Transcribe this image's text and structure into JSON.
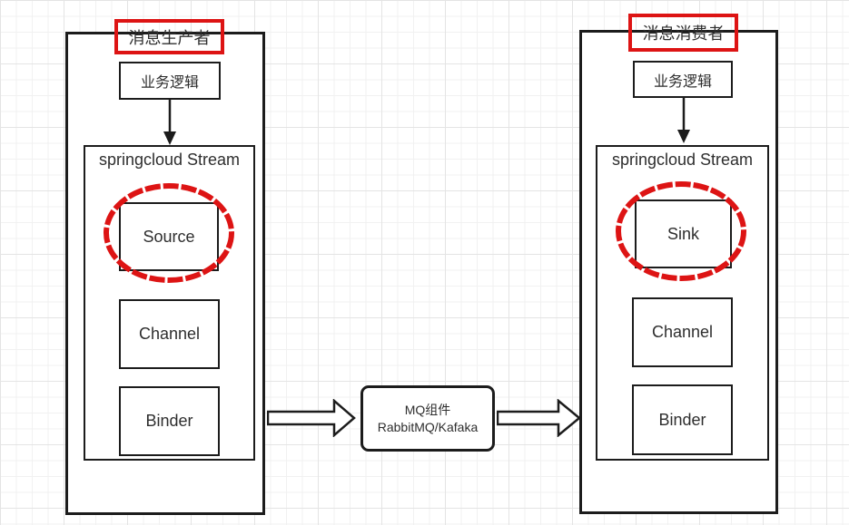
{
  "colors": {
    "highlight_red": "#dd1414",
    "stroke_black": "#1c1c1c",
    "text": "#2e2e2e",
    "background": "#ffffff"
  },
  "producer": {
    "title": "消息生产者",
    "business_logic": "业务逻辑",
    "stream_label": "springcloud Stream",
    "source": "Source",
    "channel": "Channel",
    "binder": "Binder"
  },
  "mq": {
    "line1": "MQ组件",
    "line2": "RabbitMQ/Kafaka"
  },
  "consumer": {
    "title": "消息消费者",
    "business_logic": "业务逻辑",
    "stream_label": "springcloud Stream",
    "sink": "Sink",
    "channel": "Channel",
    "binder": "Binder"
  }
}
